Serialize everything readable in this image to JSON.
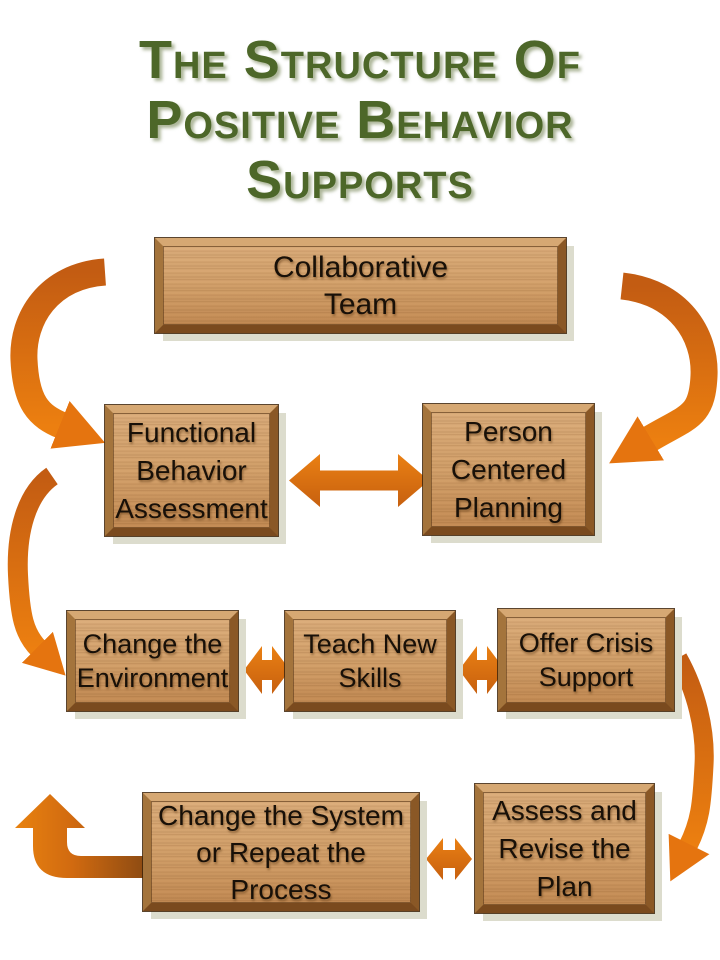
{
  "title": {
    "lines": [
      "The Structure Of",
      "Positive Behavior",
      "Supports"
    ]
  },
  "nodes": {
    "collaborative_team": {
      "label": "Collaborative\nTeam"
    },
    "functional_behavior_assessment": {
      "label": "Functional\nBehavior\nAssessment"
    },
    "person_centered_planning": {
      "label": "Person\nCentered\nPlanning"
    },
    "change_the_environment": {
      "label": "Change the\nEnvironment"
    },
    "teach_new_skills": {
      "label": "Teach New\nSkills"
    },
    "offer_crisis_support": {
      "label": "Offer Crisis\nSupport"
    },
    "change_the_system": {
      "label": "Change the System\nor Repeat the\nProcess"
    },
    "assess_and_revise": {
      "label": "Assess and\nRevise the\nPlan"
    }
  },
  "connections": [
    {
      "from": "collaborative_team",
      "to": "functional_behavior_assessment",
      "style": "curved",
      "side": "left"
    },
    {
      "from": "collaborative_team",
      "to": "person_centered_planning",
      "style": "curved",
      "side": "right"
    },
    {
      "from": "functional_behavior_assessment",
      "to": "person_centered_planning",
      "style": "double-headed"
    },
    {
      "from": "functional_behavior_assessment",
      "to": "change_the_environment",
      "style": "curved",
      "side": "left"
    },
    {
      "from": "change_the_environment",
      "to": "teach_new_skills",
      "style": "double-headed"
    },
    {
      "from": "teach_new_skills",
      "to": "offer_crisis_support",
      "style": "double-headed"
    },
    {
      "from": "offer_crisis_support",
      "to": "assess_and_revise",
      "style": "curved",
      "side": "right"
    },
    {
      "from": "assess_and_revise",
      "to": "change_the_system",
      "style": "double-headed"
    },
    {
      "from": "change_the_system",
      "to": "start",
      "style": "elbow-up",
      "side": "left"
    }
  ],
  "colors": {
    "arrow_orange": "#e8790f",
    "arrow_dark": "#b45a12",
    "wood_light": "#dcae7c",
    "wood_dark": "#c48c55",
    "title_green": "#4d6729",
    "box_shadow": "#dcdccd",
    "text": "#181008",
    "background": "#ffffff"
  }
}
